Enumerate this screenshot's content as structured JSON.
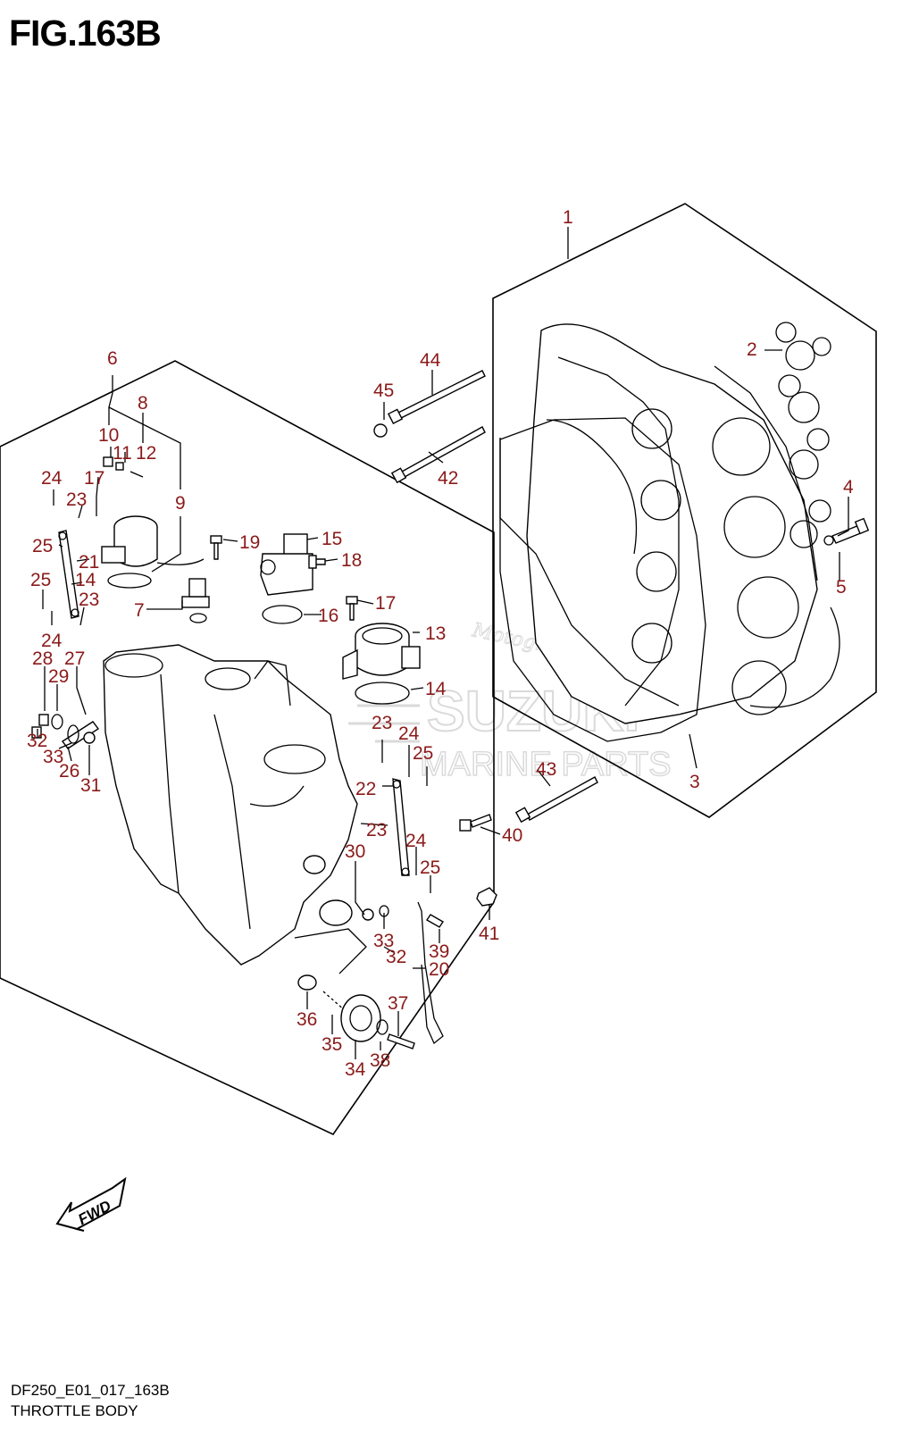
{
  "figure": {
    "title": "FIG.163B",
    "diagram_code": "DF250_E01_017_163B",
    "diagram_name": "THROTTLE BODY",
    "fwd_label": "FWD"
  },
  "watermark": {
    "brand": "SUZUKI",
    "sub": "MARINE PARTS",
    "signature": "Motogroup"
  },
  "colors": {
    "callout": "#8b1a1a",
    "line": "#000000",
    "watermark": "#c8c8c8"
  },
  "callouts": [
    {
      "id": "p1",
      "text": "1"
    },
    {
      "id": "p2",
      "text": "2"
    },
    {
      "id": "p3",
      "text": "3"
    },
    {
      "id": "p4",
      "text": "4"
    },
    {
      "id": "p5",
      "text": "5"
    },
    {
      "id": "p6",
      "text": "6"
    },
    {
      "id": "p7",
      "text": "7"
    },
    {
      "id": "p8",
      "text": "8"
    },
    {
      "id": "p9",
      "text": "9"
    },
    {
      "id": "p10",
      "text": "10"
    },
    {
      "id": "p11",
      "text": "11"
    },
    {
      "id": "p12",
      "text": "12"
    },
    {
      "id": "p13",
      "text": "13"
    },
    {
      "id": "p14a",
      "text": "14"
    },
    {
      "id": "p14b",
      "text": "14"
    },
    {
      "id": "p15",
      "text": "15"
    },
    {
      "id": "p16",
      "text": "16"
    },
    {
      "id": "p17a",
      "text": "17"
    },
    {
      "id": "p17b",
      "text": "17"
    },
    {
      "id": "p18",
      "text": "18"
    },
    {
      "id": "p19",
      "text": "19"
    },
    {
      "id": "p20",
      "text": "20"
    },
    {
      "id": "p21",
      "text": "21"
    },
    {
      "id": "p22",
      "text": "22"
    },
    {
      "id": "p23a",
      "text": "23"
    },
    {
      "id": "p23b",
      "text": "23"
    },
    {
      "id": "p23c",
      "text": "23"
    },
    {
      "id": "p23d",
      "text": "23"
    },
    {
      "id": "p24a",
      "text": "24"
    },
    {
      "id": "p24b",
      "text": "24"
    },
    {
      "id": "p24c",
      "text": "24"
    },
    {
      "id": "p24d",
      "text": "24"
    },
    {
      "id": "p25a",
      "text": "25"
    },
    {
      "id": "p25b",
      "text": "25"
    },
    {
      "id": "p25c",
      "text": "25"
    },
    {
      "id": "p25d",
      "text": "25"
    },
    {
      "id": "p26",
      "text": "26"
    },
    {
      "id": "p27",
      "text": "27"
    },
    {
      "id": "p28",
      "text": "28"
    },
    {
      "id": "p29",
      "text": "29"
    },
    {
      "id": "p30",
      "text": "30"
    },
    {
      "id": "p31",
      "text": "31"
    },
    {
      "id": "p32a",
      "text": "32"
    },
    {
      "id": "p32b",
      "text": "32"
    },
    {
      "id": "p33a",
      "text": "33"
    },
    {
      "id": "p33b",
      "text": "33"
    },
    {
      "id": "p34",
      "text": "34"
    },
    {
      "id": "p35",
      "text": "35"
    },
    {
      "id": "p36",
      "text": "36"
    },
    {
      "id": "p37",
      "text": "37"
    },
    {
      "id": "p38",
      "text": "38"
    },
    {
      "id": "p39",
      "text": "39"
    },
    {
      "id": "p40",
      "text": "40"
    },
    {
      "id": "p41",
      "text": "41"
    },
    {
      "id": "p42",
      "text": "42"
    },
    {
      "id": "p43",
      "text": "43"
    },
    {
      "id": "p44",
      "text": "44"
    },
    {
      "id": "p45",
      "text": "45"
    }
  ]
}
